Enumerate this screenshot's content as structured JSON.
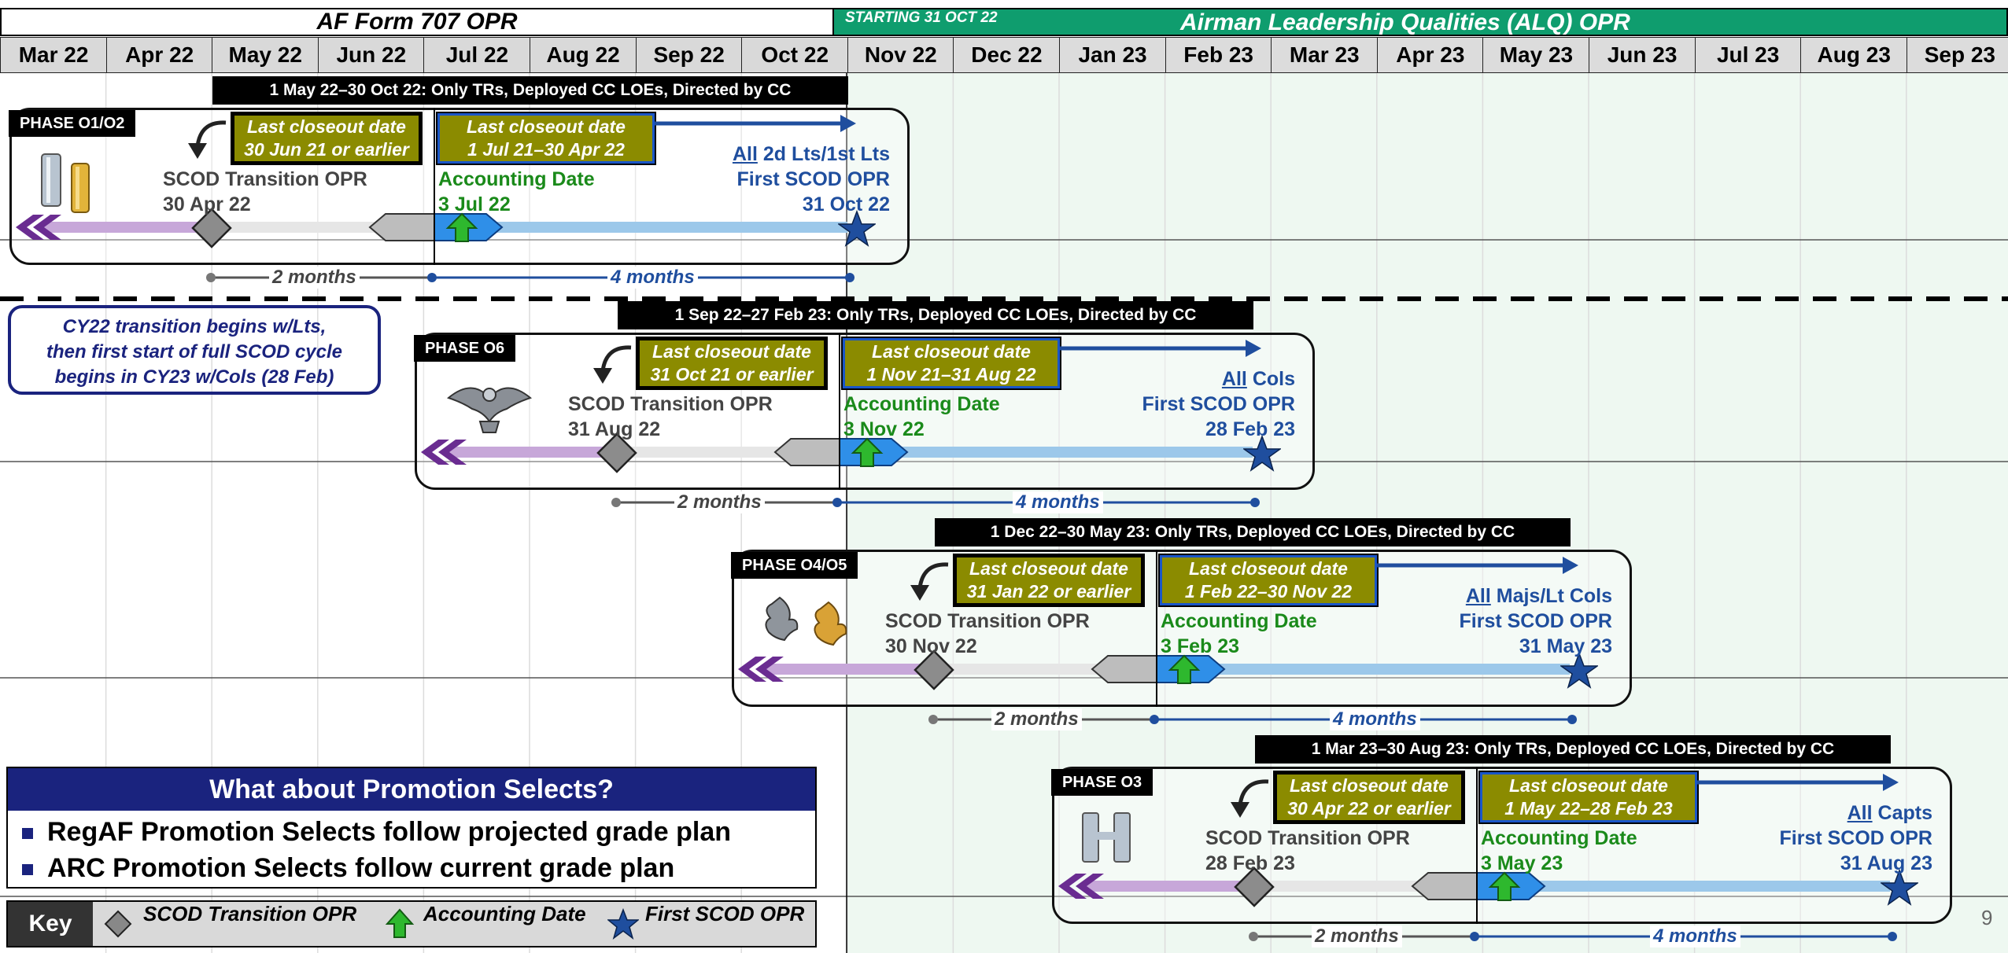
{
  "header": {
    "form707": "AF Form 707 OPR",
    "starting": "STARTING 31 OCT 22",
    "alq": "Airman Leadership Qualities (ALQ) OPR"
  },
  "months": [
    "Mar 22",
    "Apr 22",
    "May 22",
    "Jun 22",
    "Jul 22",
    "Aug 22",
    "Sep 22",
    "Oct 22",
    "Nov 22",
    "Dec 22",
    "Jan 23",
    "Feb 23",
    "Mar 23",
    "Apr 23",
    "May 23",
    "Jun 23",
    "Jul 23",
    "Aug 23",
    "Sep 23"
  ],
  "phases": [
    {
      "tag": "PHASE O1/O2",
      "insignia": "lieutenant-bars",
      "banner": "1 May 22–30 Oct 22: Only TRs, Deployed CC LOEs, Directed by CC",
      "closeout1_title": "Last closeout date",
      "closeout1_date": "30 Jun 21 or earlier",
      "closeout2_title": "Last closeout date",
      "closeout2_date": "1 Jul 21–30 Apr 22",
      "transition_label": "SCOD Transition OPR",
      "transition_date": "30 Apr 22",
      "accounting_label": "Accounting Date",
      "accounting_date": "3 Jul 22",
      "all": "All",
      "who": "2d Lts/1st Lts",
      "first_label": "First SCOD OPR",
      "first_date": "31 Oct 22",
      "dur1": "2 months",
      "dur2": "4 months"
    },
    {
      "tag": "PHASE O6",
      "insignia": "eagle",
      "banner": "1 Sep 22–27 Feb 23: Only TRs, Deployed CC LOEs, Directed by CC",
      "closeout1_title": "Last closeout date",
      "closeout1_date": "31 Oct 21 or earlier",
      "closeout2_title": "Last closeout date",
      "closeout2_date": "1 Nov 21–31 Aug 22",
      "transition_label": "SCOD Transition OPR",
      "transition_date": "31 Aug 22",
      "accounting_label": "Accounting Date",
      "accounting_date": "3 Nov 22",
      "all": "All",
      "who": "Cols",
      "first_label": "First SCOD OPR",
      "first_date": "28 Feb 23",
      "dur1": "2 months",
      "dur2": "4 months"
    },
    {
      "tag": "PHASE O4/O5",
      "insignia": "oak-leaves",
      "banner": "1 Dec 22–30 May 23: Only TRs, Deployed CC LOEs, Directed by CC",
      "closeout1_title": "Last closeout date",
      "closeout1_date": "31 Jan 22 or earlier",
      "closeout2_title": "Last closeout date",
      "closeout2_date": "1 Feb 22–30 Nov 22",
      "transition_label": "SCOD Transition OPR",
      "transition_date": "30 Nov 22",
      "accounting_label": "Accounting Date",
      "accounting_date": "3 Feb 23",
      "all": "All",
      "who": "Majs/Lt Cols",
      "first_label": "First SCOD OPR",
      "first_date": "31 May 23",
      "dur1": "2 months",
      "dur2": "4 months"
    },
    {
      "tag": "PHASE O3",
      "insignia": "captain-bars",
      "banner": "1 Mar 23–30 Aug 23: Only TRs, Deployed CC LOEs, Directed by CC",
      "closeout1_title": "Last closeout date",
      "closeout1_date": "30 Apr 22 or earlier",
      "closeout2_title": "Last closeout date",
      "closeout2_date": "1 May 22–28 Feb 23",
      "transition_label": "SCOD Transition OPR",
      "transition_date": "28 Feb 23",
      "accounting_label": "Accounting Date",
      "accounting_date": "3 May 23",
      "all": "All",
      "who": "Capts",
      "first_label": "First SCOD OPR",
      "first_date": "31 Aug 23",
      "dur1": "2 months",
      "dur2": "4 months"
    }
  ],
  "cy22_note": {
    "line1": "CY22 transition begins w/Lts,",
    "line2": "then first start of full SCOD cycle",
    "line3": "begins in CY23 w/Cols (28 Feb)"
  },
  "promotion": {
    "heading": "What about Promotion Selects?",
    "items": [
      "RegAF Promotion Selects follow projected grade plan",
      "ARC Promotion Selects follow current grade plan"
    ]
  },
  "key": {
    "label": "Key",
    "items": [
      {
        "icon": "gray-diamond-icon",
        "text": "SCOD Transition OPR"
      },
      {
        "icon": "green-up-arrow-icon",
        "text": "Accounting Date"
      },
      {
        "icon": "blue-star-icon",
        "text": "First SCOD OPR"
      }
    ]
  },
  "page_number": "9",
  "colors": {
    "alq_green": "#0f9d6e",
    "olive": "#8b8b00",
    "navy": "#1a237e",
    "scod_blue": "#1f4e9e",
    "accounting_green": "#1a8a1a"
  }
}
